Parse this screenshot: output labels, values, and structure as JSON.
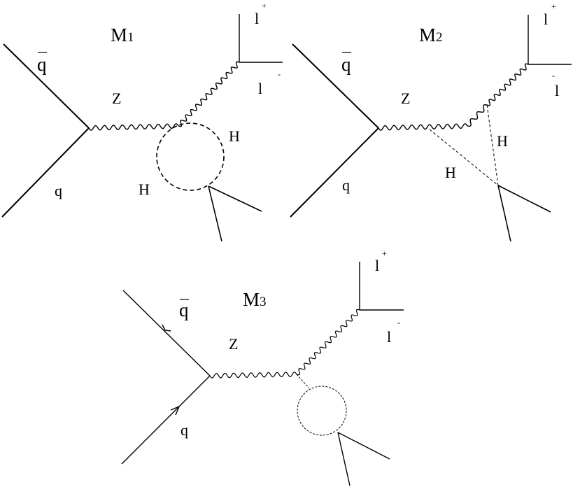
{
  "diagram1": {
    "title": "M",
    "title_sub": "1",
    "qbar": "q",
    "q": "q",
    "boson": "Z",
    "higgs_upper": "H",
    "higgs_lower": "H",
    "lepton_plus": "l",
    "lepton_plus_sign": "+",
    "lepton_minus": "l",
    "lepton_minus_sign": "-"
  },
  "diagram2": {
    "title": "M",
    "title_sub": "2",
    "qbar": "q",
    "q": "q",
    "boson": "Z",
    "higgs_upper": "H",
    "higgs_lower": "H",
    "lepton_plus": "l",
    "lepton_plus_sign": "+",
    "lepton_minus": "l",
    "lepton_minus_sign": "-"
  },
  "diagram3": {
    "title": "M",
    "title_sub": "3",
    "qbar": "q",
    "q": "q",
    "boson": "Z",
    "lepton_plus": "l",
    "lepton_plus_sign": "+",
    "lepton_minus": "l",
    "lepton_minus_sign": "-"
  },
  "colors": {
    "ink": "#000000",
    "background": "#ffffff"
  }
}
